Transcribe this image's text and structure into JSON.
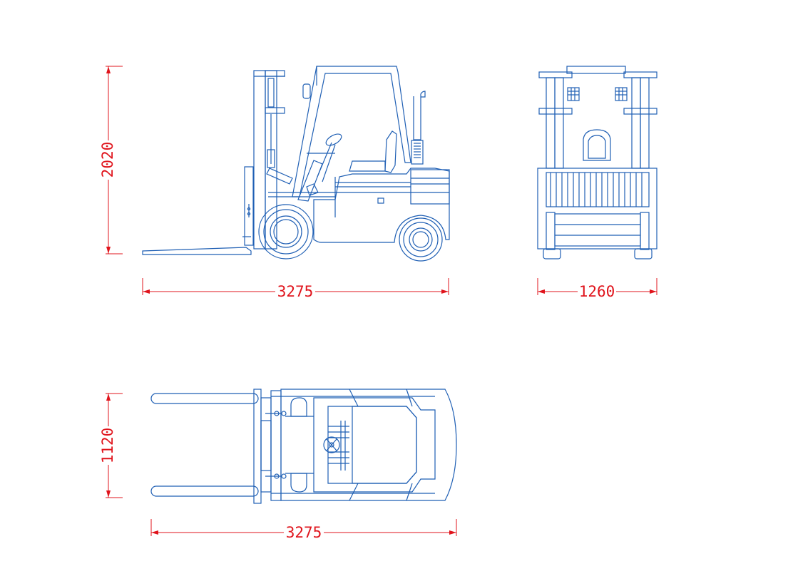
{
  "colors": {
    "background": "#ffffff",
    "drawing_lines": "#1f5fb4",
    "dimension_lines": "#e0141c",
    "dimension_text": "#e0141c"
  },
  "dimensions": {
    "side_height": "2020",
    "side_length": "3275",
    "front_width": "1260",
    "top_width": "1120",
    "top_length": "3275"
  },
  "views": [
    "forklift-side-view",
    "forklift-front-view",
    "forklift-top-view"
  ]
}
